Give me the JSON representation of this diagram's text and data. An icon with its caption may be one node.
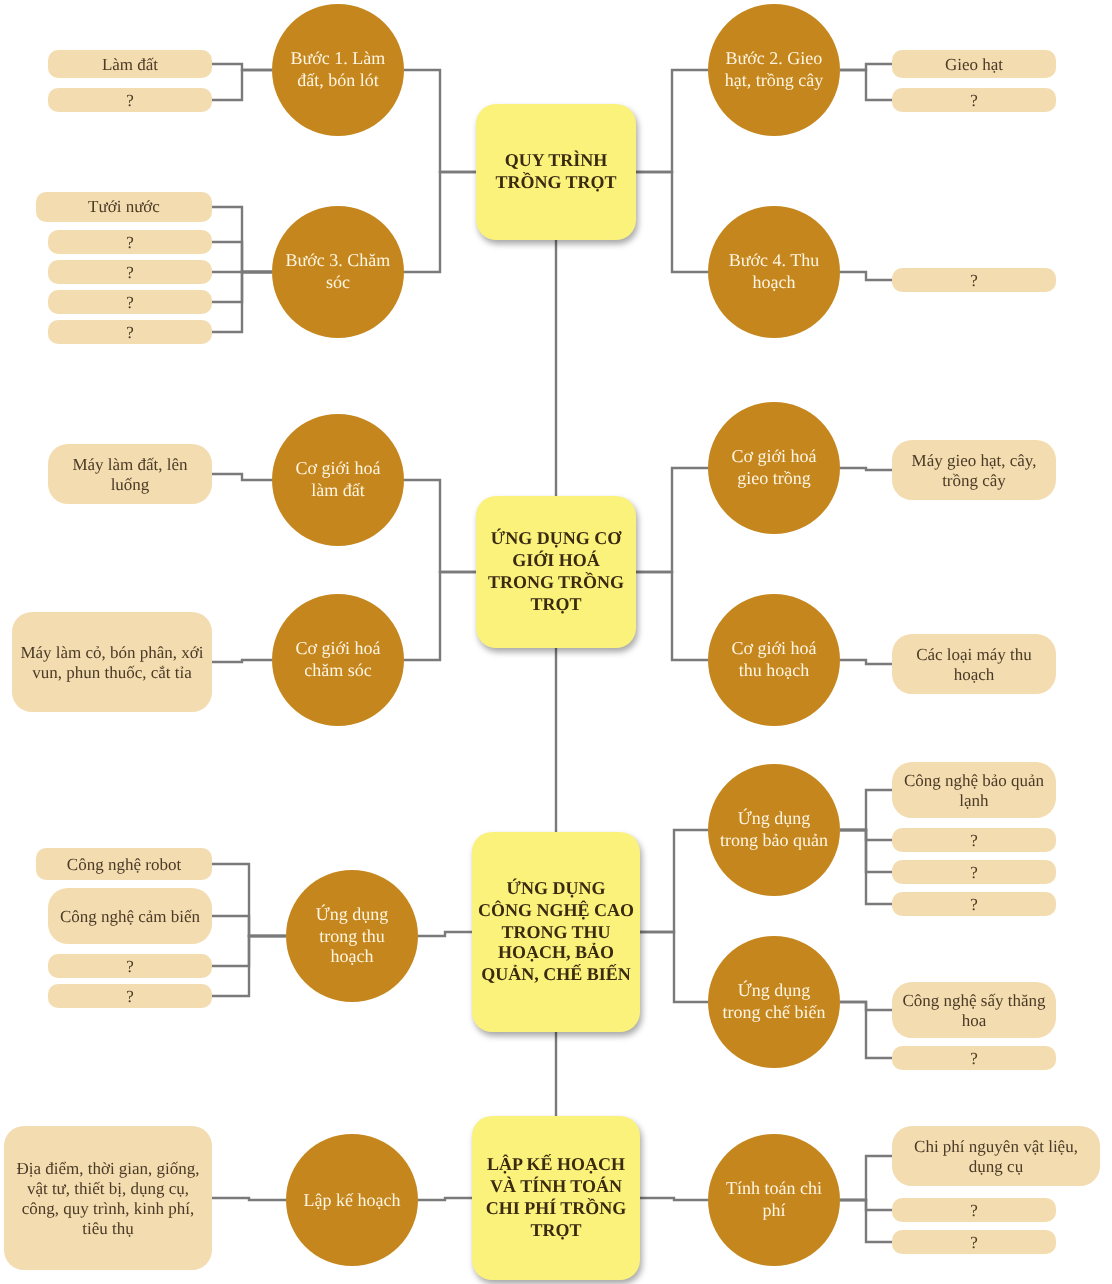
{
  "diagram": {
    "nodes": [
      {
        "text": [
          "QUY TRÌNH TRỒNG TRỌT"
        ]
      },
      {
        "text": [
          "Bước 1. Làm đất, bón lót"
        ]
      },
      {
        "text": [
          "Bước 2. Gieo hạt, trồng cây"
        ]
      },
      {
        "text": [
          "Bước 3. Chăm sóc"
        ]
      },
      {
        "text": [
          "Bước 4. Thu hoạch"
        ]
      },
      {
        "text": [
          "Làm đất"
        ]
      },
      {
        "text": [
          "?"
        ]
      },
      {
        "text": [
          "Gieo hạt"
        ]
      },
      {
        "text": [
          "?"
        ]
      },
      {
        "text": [
          "Tưới nước"
        ]
      },
      {
        "text": [
          "?"
        ]
      },
      {
        "text": [
          "?"
        ]
      },
      {
        "text": [
          "?"
        ]
      },
      {
        "text": [
          "?"
        ]
      },
      {
        "text": [
          "?"
        ]
      },
      {
        "text": [
          "ỨNG DỤNG CƠ GIỚI HOÁ TRONG TRỒNG TRỌT"
        ]
      },
      {
        "text": [
          "Cơ giới hoá làm đất"
        ]
      },
      {
        "text": [
          "Cơ giới hoá gieo trồng"
        ]
      },
      {
        "text": [
          "Cơ giới hoá chăm sóc"
        ]
      },
      {
        "text": [
          "Cơ giới hoá thu hoạch"
        ]
      },
      {
        "text": [
          "Máy làm đất, lên luống"
        ]
      },
      {
        "text": [
          "Máy gieo hạt, cây, trồng cây"
        ]
      },
      {
        "text": [
          "Máy làm cỏ, bón phân, xới vun, phun thuốc, cắt tỉa"
        ]
      },
      {
        "text": [
          "Các loại máy thu hoạch"
        ]
      },
      {
        "text": [
          "ỨNG DỤNG CÔNG NGHỆ CAO TRONG THU HOẠCH, BẢO QUẢN, CHẾ BIẾN"
        ]
      },
      {
        "text": [
          "Ứng dụng trong bảo quản"
        ]
      },
      {
        "text": [
          "Ứng dụng trong thu hoạch"
        ]
      },
      {
        "text": [
          "Ứng dụng trong chế biến"
        ]
      },
      {
        "text": [
          "Công nghệ robot"
        ]
      },
      {
        "text": [
          "Công nghệ cảm biến"
        ]
      },
      {
        "text": [
          "?"
        ]
      },
      {
        "text": [
          "?"
        ]
      },
      {
        "text": [
          "Công nghệ bảo quản lạnh"
        ]
      },
      {
        "text": [
          "?"
        ]
      },
      {
        "text": [
          "?"
        ]
      },
      {
        "text": [
          "?"
        ]
      },
      {
        "text": [
          "Công nghệ sấy thăng hoa"
        ]
      },
      {
        "text": [
          "?"
        ]
      },
      {
        "text": [
          "LẬP KẾ HOẠCH VÀ TÍNH TOÁN CHI PHÍ TRỒNG TRỌT"
        ]
      },
      {
        "text": [
          "Lập kế hoạch"
        ]
      },
      {
        "text": [
          "Tính toán chi phí"
        ]
      },
      {
        "text": [
          "Địa điểm, thời gian, giống, vật tư, thiết bị, dụng cụ, công, quy trình, kinh phí, tiêu thụ"
        ]
      },
      {
        "text": [
          "Chi phí nguyên vật liệu, dụng cụ"
        ]
      },
      {
        "text": [
          "?"
        ]
      },
      {
        "text": [
          "?"
        ]
      }
    ],
    "edges": [
      {
        "from": 0,
        "to": 1,
        "arrow": "none"
      },
      {
        "from": 0,
        "to": 3,
        "arrow": "none"
      },
      {
        "from": 0,
        "to": 2,
        "arrow": "none"
      },
      {
        "from": 0,
        "to": 4,
        "arrow": "none"
      },
      {
        "from": 1,
        "to": 5,
        "arrow": "none"
      },
      {
        "from": 1,
        "to": 6,
        "arrow": "none"
      },
      {
        "from": 2,
        "to": 7,
        "arrow": "none"
      },
      {
        "from": 2,
        "to": 8,
        "arrow": "none"
      },
      {
        "from": 3,
        "to": 9,
        "arrow": "none"
      },
      {
        "from": 3,
        "to": 10,
        "arrow": "none"
      },
      {
        "from": 3,
        "to": 11,
        "arrow": "none"
      },
      {
        "from": 3,
        "to": 12,
        "arrow": "none"
      },
      {
        "from": 3,
        "to": 13,
        "arrow": "none"
      },
      {
        "from": 4,
        "to": 14,
        "arrow": "none"
      },
      {
        "from": 0,
        "to": 15,
        "arrow": "none"
      },
      {
        "from": 15,
        "to": 16,
        "arrow": "none"
      },
      {
        "from": 15,
        "to": 18,
        "arrow": "none"
      },
      {
        "from": 15,
        "to": 17,
        "arrow": "none"
      },
      {
        "from": 15,
        "to": 19,
        "arrow": "none"
      },
      {
        "from": 16,
        "to": 20,
        "arrow": "none"
      },
      {
        "from": 17,
        "to": 21,
        "arrow": "none"
      },
      {
        "from": 18,
        "to": 22,
        "arrow": "none"
      },
      {
        "from": 19,
        "to": 23,
        "arrow": "none"
      },
      {
        "from": 15,
        "to": 24,
        "arrow": "none"
      },
      {
        "from": 24,
        "to": 26,
        "arrow": "none"
      },
      {
        "from": 24,
        "to": 25,
        "arrow": "none"
      },
      {
        "from": 24,
        "to": 27,
        "arrow": "none"
      },
      {
        "from": 26,
        "to": 28,
        "arrow": "none"
      },
      {
        "from": 26,
        "to": 29,
        "arrow": "none"
      },
      {
        "from": 26,
        "to": 30,
        "arrow": "none"
      },
      {
        "from": 26,
        "to": 31,
        "arrow": "none"
      },
      {
        "from": 25,
        "to": 32,
        "arrow": "none"
      },
      {
        "from": 25,
        "to": 33,
        "arrow": "none"
      },
      {
        "from": 25,
        "to": 34,
        "arrow": "none"
      },
      {
        "from": 25,
        "to": 35,
        "arrow": "none"
      },
      {
        "from": 27,
        "to": 36,
        "arrow": "none"
      },
      {
        "from": 27,
        "to": 37,
        "arrow": "none"
      },
      {
        "from": 24,
        "to": 38,
        "arrow": "none"
      },
      {
        "from": 38,
        "to": 39,
        "arrow": "none"
      },
      {
        "from": 38,
        "to": 40,
        "arrow": "none"
      },
      {
        "from": 39,
        "to": 41,
        "arrow": "none"
      },
      {
        "from": 40,
        "to": 42,
        "arrow": "none"
      },
      {
        "from": 40,
        "to": 43,
        "arrow": "none"
      },
      {
        "from": 40,
        "to": 44,
        "arrow": "none"
      }
    ]
  }
}
